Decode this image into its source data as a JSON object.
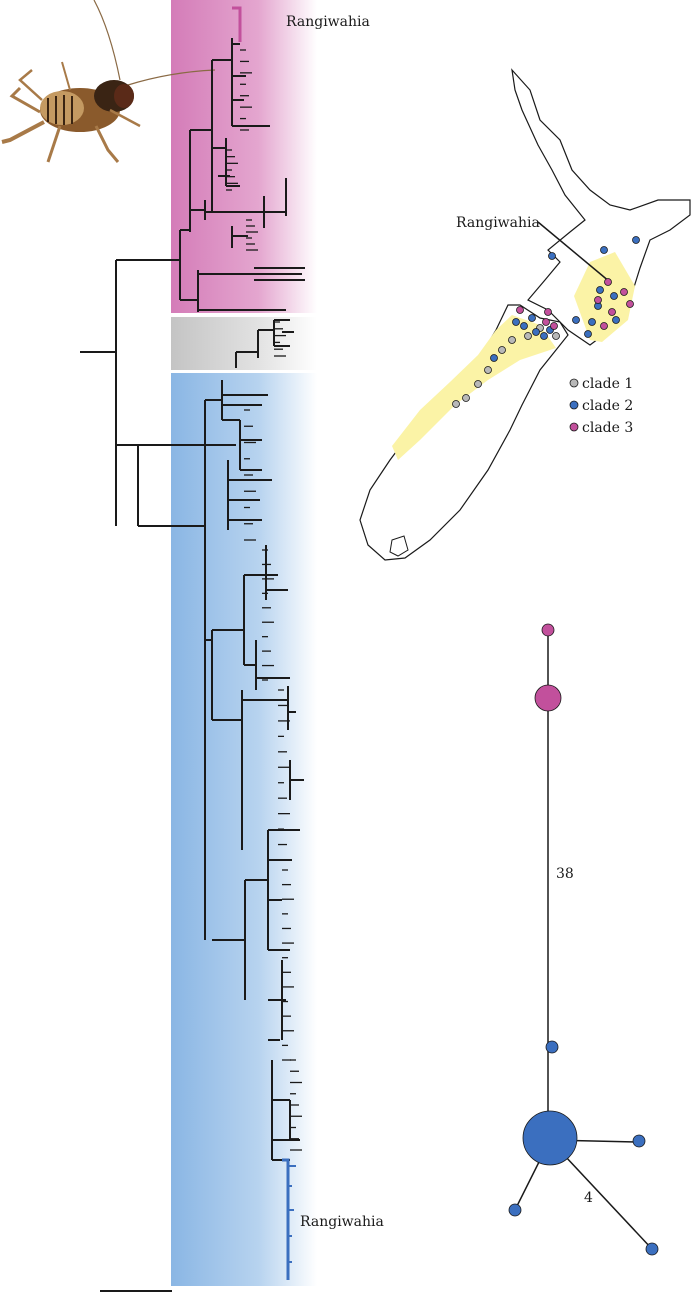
{
  "labels": {
    "rangiwahia_top": "Rangiwahia",
    "rangiwahia_map": "Rangiwahia",
    "rangiwahia_bottom": "Rangiwahia"
  },
  "legend": [
    {
      "label": "clade 1",
      "color": "#b8b8b8"
    },
    {
      "label": "clade 2",
      "color": "#3b6fbf"
    },
    {
      "label": "clade 3",
      "color": "#c2509c"
    }
  ],
  "network": {
    "edge_label_long": "38",
    "edge_label_short": "4"
  },
  "colors": {
    "clade3_band": "#d884bd",
    "clade1_band": "#c8c8c8",
    "clade2_band": "#8bb6e2",
    "tree_line": "#1a1a1a",
    "highlight_pink": "#c2509c",
    "highlight_blue": "#3b6fbf",
    "map_fill": "#fbf3a6"
  },
  "icons": {
    "insect": "weta-photo",
    "map": "new-zealand-outline"
  }
}
